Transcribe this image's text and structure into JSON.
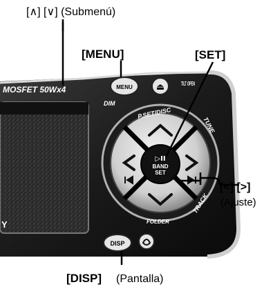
{
  "labels": {
    "arrows": "[∧] [∨] (Submenú)",
    "menu": "[MENU]",
    "set": "[SET]",
    "adjust_keys": "[<] [>]",
    "adjust_desc": "(Ajuste)",
    "disp_key": "[DISP]",
    "disp_desc": "(Pantalla)"
  },
  "panel": {
    "brand": "MOSFET 50Wx4",
    "menu_button": "MENU",
    "eject_button": "⏏",
    "tilt_open_button": "TILT OPEN",
    "dimmer": "DIM",
    "top_arc": "P.SET/DISC",
    "right_arc": "TUNE",
    "center_button": "▷II BAND SET",
    "bottom_label": "FOLDER",
    "lower_right_arc": "TRACK",
    "disp_button": "DISP",
    "side_letter": "Y"
  },
  "colors": {
    "panel_face": "#1a1a1a",
    "panel_highlight": "#e8e8e8",
    "ink": "#000000"
  }
}
